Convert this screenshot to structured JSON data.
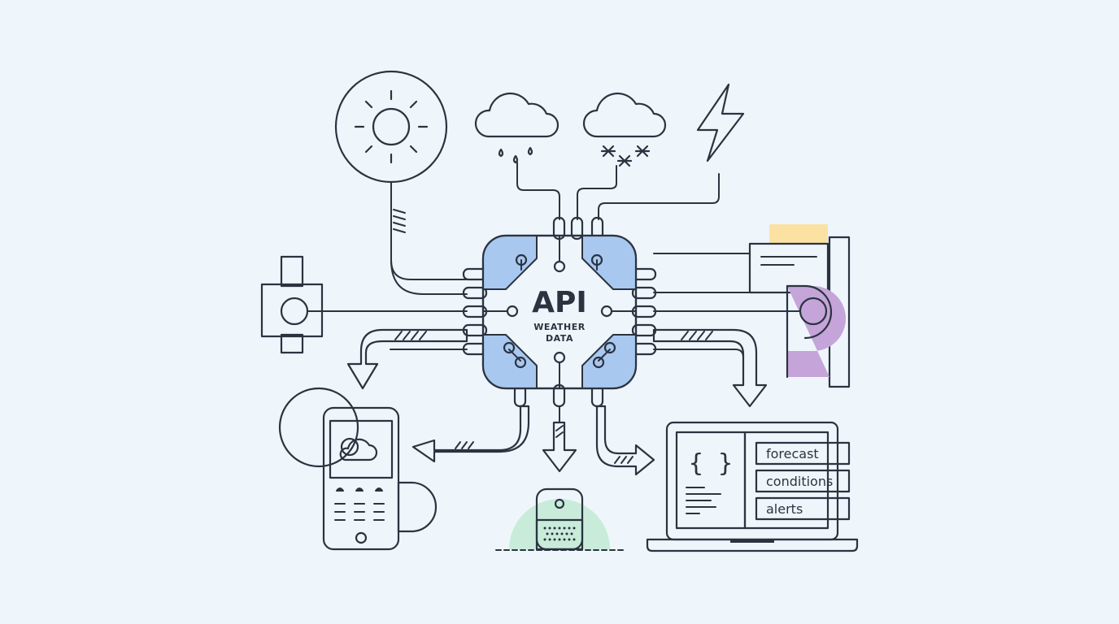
{
  "chip": {
    "title": "API",
    "subtitle_line1": "WEATHER",
    "subtitle_line2": "DATA"
  },
  "laptop": {
    "code_glyph": "{ }",
    "tags": [
      "forecast",
      "conditions",
      "alerts"
    ]
  },
  "colors": {
    "background": "#eef6fb",
    "chip_fill": "#b9ecd6",
    "chip_corner": "#a8c8ef",
    "pin": "#c0a0d8",
    "node": "#f7e2a6",
    "sun": "#fbe2a3",
    "sun_disc": "#c9e3f5",
    "cloud": "#c4e2f6",
    "bolt": "#fbe0a0",
    "arrow_green": "#c8ecd9",
    "arrow_yellow": "#fbe7b3",
    "phone_screen": "#c4e2f6",
    "orange": "#f8b98b",
    "purple": "#c5a5d9",
    "tag_forecast": "#a9ccf0",
    "tag_conditions": "#fbe2a8",
    "tag_alerts": "#f8b98b"
  },
  "icons": [
    "sun-icon",
    "rain-cloud-icon",
    "snow-cloud-icon",
    "lightning-icon",
    "smartwatch-icon",
    "document-stack-icon",
    "smartphone-icon",
    "smart-speaker-icon",
    "laptop-icon"
  ]
}
